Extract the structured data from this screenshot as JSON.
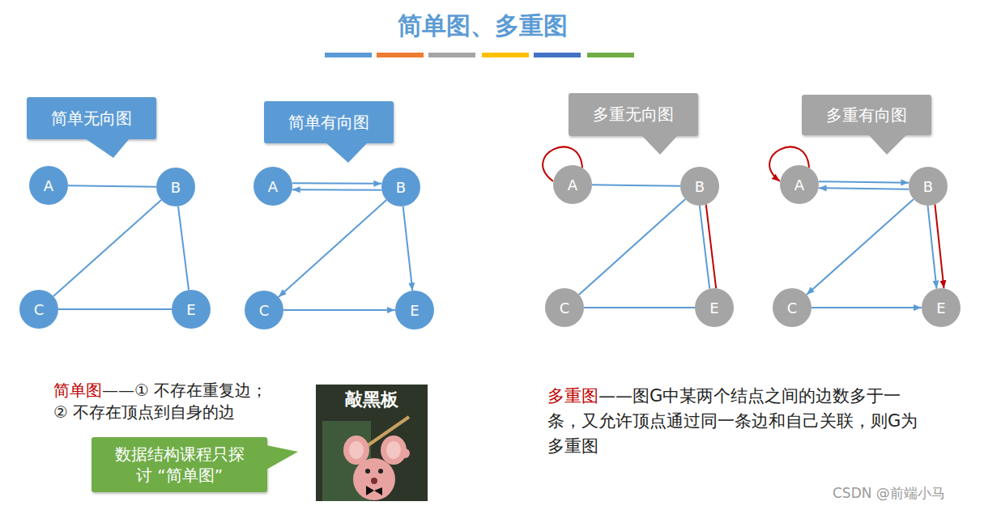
{
  "diagram": {
    "title": "简单图、多重图",
    "nodes": [
      {
        "text": [
          "简单无向图"
        ]
      },
      {
        "text": [
          "A"
        ]
      },
      {
        "text": [
          "B"
        ]
      },
      {
        "text": [
          "C"
        ]
      },
      {
        "text": [
          "E"
        ]
      },
      {
        "text": [
          "简单有向图"
        ]
      },
      {
        "text": [
          "A"
        ]
      },
      {
        "text": [
          "B"
        ]
      },
      {
        "text": [
          "C"
        ]
      },
      {
        "text": [
          "E"
        ]
      },
      {
        "text": [
          "多重无向图"
        ]
      },
      {
        "text": [
          "A"
        ]
      },
      {
        "text": [
          "B"
        ]
      },
      {
        "text": [
          "C"
        ]
      },
      {
        "text": [
          "E"
        ]
      },
      {
        "text": [
          "多重有向图"
        ]
      },
      {
        "text": [
          "A"
        ]
      },
      {
        "text": [
          "B"
        ]
      },
      {
        "text": [
          "C"
        ]
      },
      {
        "text": [
          "E"
        ]
      },
      {
        "text": [
          "数据结构课程只探讨 “简单图”"
        ]
      }
    ],
    "edges": [
      {
        "from": 1,
        "to": 2,
        "arrow": "none"
      },
      {
        "from": 2,
        "to": 3,
        "arrow": "none"
      },
      {
        "from": 2,
        "to": 4,
        "arrow": "none"
      },
      {
        "from": 3,
        "to": 4,
        "arrow": "none"
      },
      {
        "from": 6,
        "to": 7,
        "arrow": "to"
      },
      {
        "from": 7,
        "to": 6,
        "arrow": "to"
      },
      {
        "from": 7,
        "to": 8,
        "arrow": "to"
      },
      {
        "from": 7,
        "to": 9,
        "arrow": "to"
      },
      {
        "from": 8,
        "to": 9,
        "arrow": "to"
      },
      {
        "from": 11,
        "to": 11,
        "arrow": "none"
      },
      {
        "from": 11,
        "to": 12,
        "arrow": "none"
      },
      {
        "from": 12,
        "to": 13,
        "arrow": "none"
      },
      {
        "from": 12,
        "to": 14,
        "arrow": "none"
      },
      {
        "from": 12,
        "to": 14,
        "arrow": "none"
      },
      {
        "from": 13,
        "to": 14,
        "arrow": "none"
      },
      {
        "from": 16,
        "to": 16,
        "arrow": "to"
      },
      {
        "from": 16,
        "to": 17,
        "arrow": "to"
      },
      {
        "from": 17,
        "to": 16,
        "arrow": "to"
      },
      {
        "from": 17,
        "to": 18,
        "arrow": "to"
      },
      {
        "from": 17,
        "to": 19,
        "arrow": "to"
      },
      {
        "from": 17,
        "to": 19,
        "arrow": "to"
      },
      {
        "from": 18,
        "to": 19,
        "arrow": "to"
      }
    ],
    "labels": [
      "简单图",
      "——① 不存在重复边；",
      "② 不存在顶点到自身的边",
      "敲黑板",
      "多重图",
      "——图G中某两个结点之间的边数多于一条，又允许顶点通过同一条边和自己关联，则G为多重图",
      "CSDN @前端小马"
    ]
  }
}
